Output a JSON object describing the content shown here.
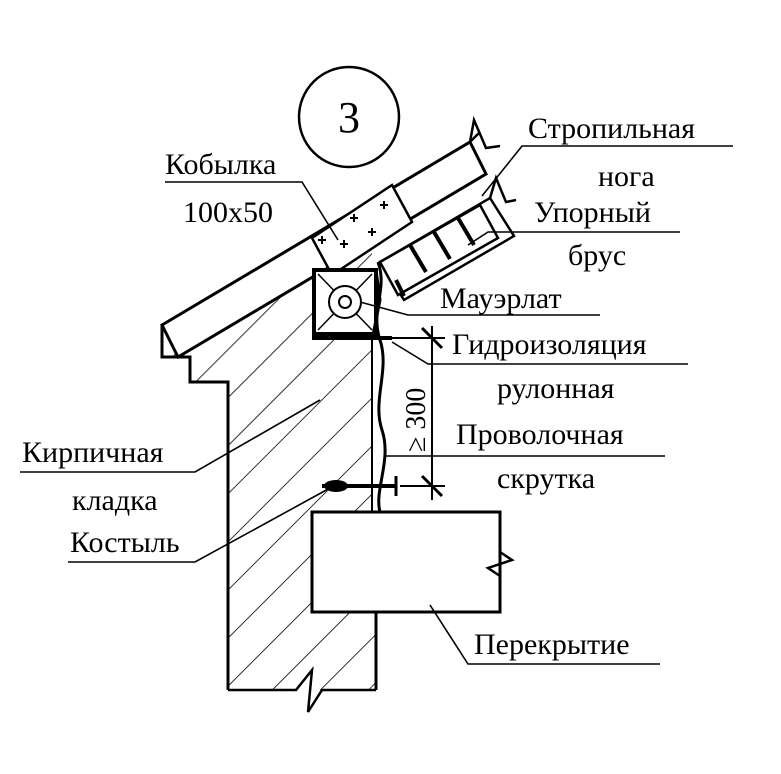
{
  "detail_number": "3",
  "labels": {
    "kobylka": "Кобылка",
    "kobylka_size": "100х50",
    "rafter_1": "Стропильная",
    "rafter_2": "нога",
    "strut_1": "Упорный",
    "strut_2": "брус",
    "mauerlat": "Мауэрлат",
    "waterproof_1": "Гидроизоляция",
    "waterproof_2": "рулонная",
    "wire_1": "Проволочная",
    "wire_2": "скрутка",
    "masonry_1": "Кирпичная",
    "masonry_2": "кладка",
    "crutch": "Костыль",
    "slab": "Перекрытие"
  },
  "dimension": "≥ 300"
}
